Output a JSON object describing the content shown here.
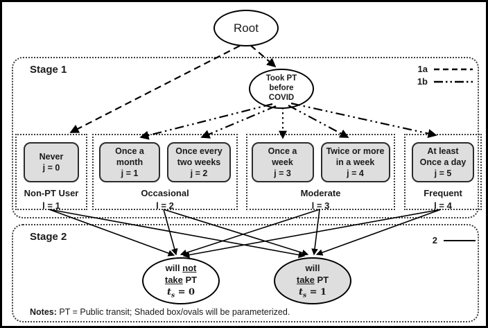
{
  "figure": {
    "colors": {
      "shaded_fill": "#dedede",
      "line": "#000000",
      "background": "#ffffff"
    },
    "notes": {
      "label": "Notes:",
      "text": " PT = Public transit; Shaded box/ovals will be parameterized."
    }
  },
  "root": {
    "label": "Root"
  },
  "stage1": {
    "title": "Stage 1",
    "pt_oval": {
      "line1": "Took PT",
      "line2": "before",
      "line3": "COVID"
    },
    "legend": {
      "item1": "1a",
      "item2": "1b"
    },
    "groups": [
      {
        "name": "Non-PT User",
        "level": "l = 1",
        "boxes": [
          {
            "line1": "Never",
            "line2": "",
            "j": "j = 0"
          }
        ]
      },
      {
        "name": "Occasional",
        "level": "l = 2",
        "boxes": [
          {
            "line1": "Once a",
            "line2": "month",
            "j": "j = 1"
          },
          {
            "line1": "Once every",
            "line2": "two weeks",
            "j": "j = 2"
          }
        ]
      },
      {
        "name": "Moderate",
        "level": "l = 3",
        "boxes": [
          {
            "line1": "Once a",
            "line2": "week",
            "j": "j = 3"
          },
          {
            "line1": "Twice or more",
            "line2": "in a week",
            "j": "j = 4"
          }
        ]
      },
      {
        "name": "Frequent",
        "level": "l = 4",
        "boxes": [
          {
            "line1": "At least",
            "line2": "Once a day",
            "j": "j = 5"
          }
        ]
      }
    ]
  },
  "stage2": {
    "title": "Stage 2",
    "legend": {
      "item1": "2"
    },
    "ovals": [
      {
        "line1_pre": "will ",
        "line1_underlined": "not",
        "line2_underlined": "take",
        "line2_post": " PT",
        "t_var": "t",
        "t_sub": "s",
        "t_eq": " = 0",
        "shaded": false
      },
      {
        "line1_pre": "will",
        "line1_underlined": "",
        "line2_underlined": "take",
        "line2_post": " PT",
        "t_var": "t",
        "t_sub": "s",
        "t_eq": " = 1",
        "shaded": true
      }
    ]
  },
  "edges": [
    {
      "type": "1a",
      "style": "dashed",
      "from": "root",
      "to": "never-j0"
    },
    {
      "type": "1a",
      "style": "dashed",
      "from": "root",
      "to": "took-pt-before-covid"
    },
    {
      "type": "1b",
      "style": "dash-dot-dot",
      "from": "took-pt-before-covid",
      "to": "once-a-month-j1"
    },
    {
      "type": "1b",
      "style": "dash-dot-dot",
      "from": "took-pt-before-covid",
      "to": "once-every-two-weeks-j2"
    },
    {
      "type": "1b",
      "style": "dash-dot-dot",
      "from": "took-pt-before-covid",
      "to": "once-a-week-j3"
    },
    {
      "type": "1b",
      "style": "dash-dot-dot",
      "from": "took-pt-before-covid",
      "to": "twice-or-more-j4"
    },
    {
      "type": "1b",
      "style": "dash-dot-dot",
      "from": "took-pt-before-covid",
      "to": "at-least-once-a-day-j5"
    },
    {
      "type": "2",
      "style": "solid",
      "from": "non-pt-user",
      "to": "will-not-take-pt"
    },
    {
      "type": "2",
      "style": "solid",
      "from": "non-pt-user",
      "to": "will-take-pt"
    },
    {
      "type": "2",
      "style": "solid",
      "from": "occasional",
      "to": "will-not-take-pt"
    },
    {
      "type": "2",
      "style": "solid",
      "from": "occasional",
      "to": "will-take-pt"
    },
    {
      "type": "2",
      "style": "solid",
      "from": "moderate",
      "to": "will-not-take-pt"
    },
    {
      "type": "2",
      "style": "solid",
      "from": "moderate",
      "to": "will-take-pt"
    },
    {
      "type": "2",
      "style": "solid",
      "from": "frequent",
      "to": "will-not-take-pt"
    },
    {
      "type": "2",
      "style": "solid",
      "from": "frequent",
      "to": "will-take-pt"
    }
  ]
}
